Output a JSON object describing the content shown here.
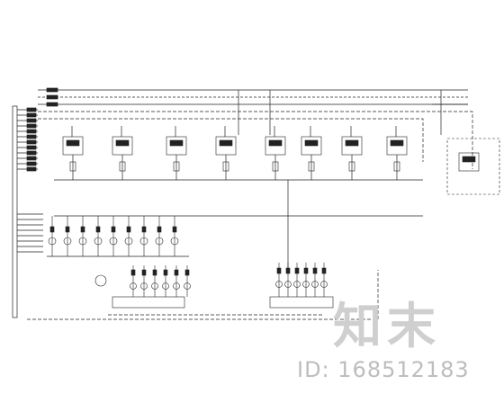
{
  "watermark": {
    "logo_text": "知末",
    "id_text": "ID: 168512183",
    "color": "#c8c8c8"
  },
  "colors": {
    "line": "#222222",
    "background": "#ffffff"
  },
  "diagram": {
    "chiller_units": 8,
    "pump_group_a": 9,
    "pump_group_b": 6,
    "pump_group_c": 6
  }
}
